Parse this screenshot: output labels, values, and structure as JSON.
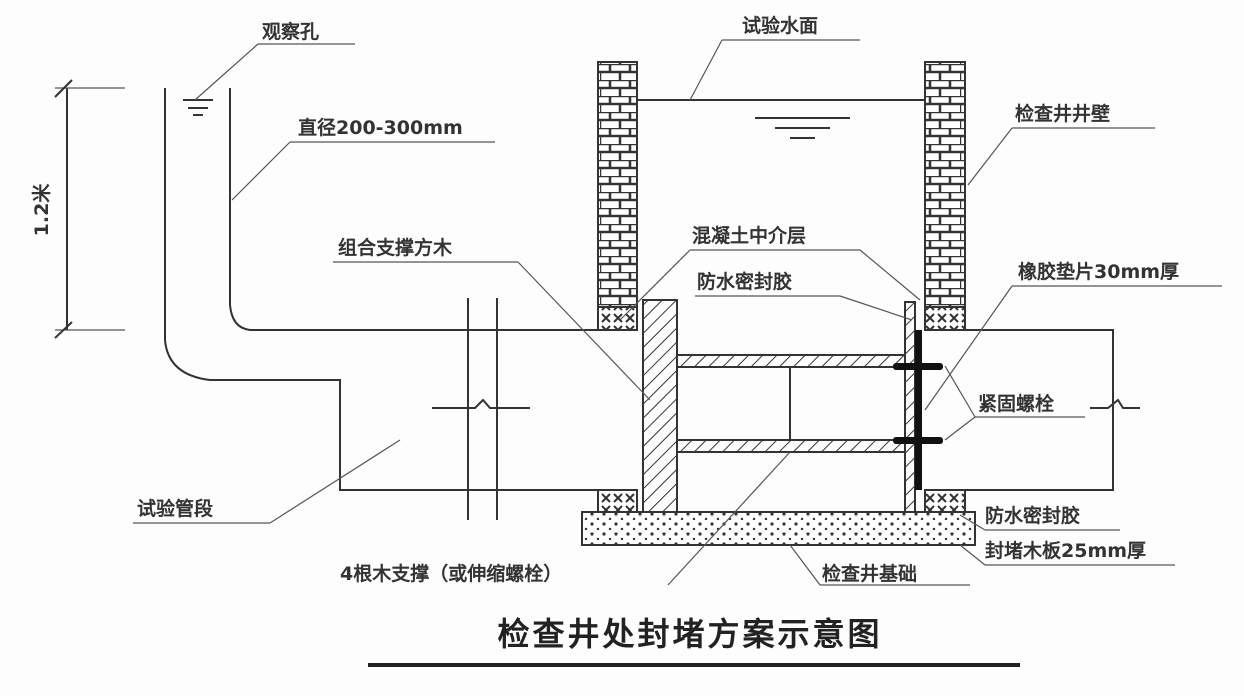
{
  "title": "检查井处封堵方案示意图",
  "labels": {
    "observation_hole": "观察孔",
    "diameter": "直径200-300mm",
    "height_dim": "1.2米",
    "support_timber": "组合支撑方木",
    "test_pipe": "试验管段",
    "wood_struts": "4根木支撑（或伸缩螺栓）",
    "test_water_level": "试验水面",
    "concrete_layer": "混凝土中介层",
    "sealant_top": "防水密封胶",
    "well_wall": "检查井井壁",
    "rubber_gasket": "橡胶垫片30mm厚",
    "bolts": "紧固螺栓",
    "sealant_bottom": "防水密封胶",
    "wood_board": "封堵木板25mm厚",
    "well_foundation": "检查井基础"
  }
}
